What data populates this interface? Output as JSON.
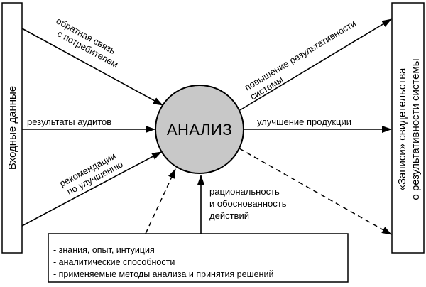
{
  "center": {
    "label": "АНАЛИЗ",
    "fill": "#c8c8c8"
  },
  "left_box": {
    "label": "Входные данные"
  },
  "right_box": {
    "line1": "«Записи» свидетельства",
    "line2": "о результативности системы"
  },
  "inputs": {
    "feedback": {
      "line1": "обратная связь",
      "line2": "с потребителем"
    },
    "audits": {
      "label": "результаты аудитов"
    },
    "recommendations": {
      "line1": "рекомендации",
      "line2": "по улучшению"
    }
  },
  "outputs": {
    "effectiveness": {
      "line1": "повышение результативности",
      "line2": "системы"
    },
    "product": {
      "label": "улучшение продукции"
    }
  },
  "rationality": {
    "line1": "рациональность",
    "line2": "и обоснованность",
    "line3": "действий"
  },
  "bottom_box": {
    "items": [
      "- знания, опыт, интуиция",
      "- аналитические способности",
      "- применяемые методы анализа и принятия решений"
    ]
  }
}
